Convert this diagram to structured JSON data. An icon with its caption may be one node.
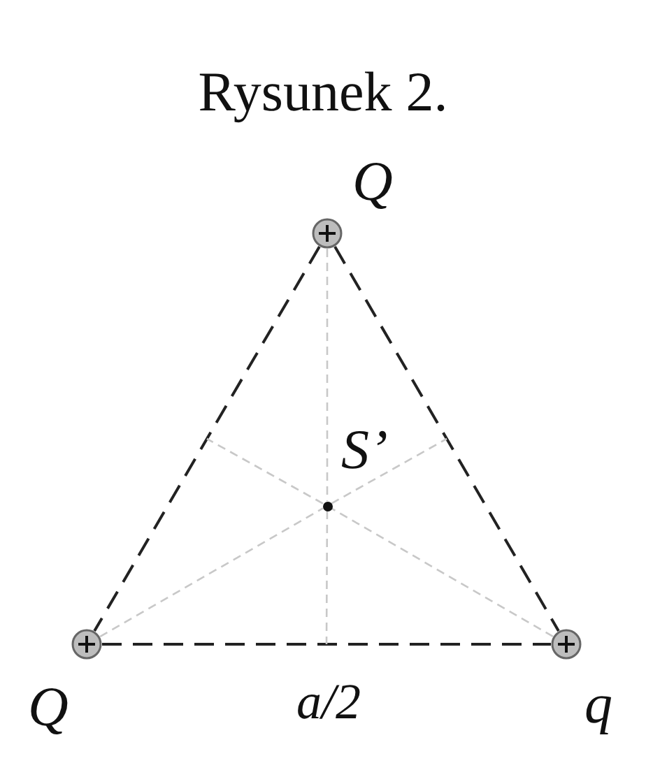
{
  "diagram": {
    "title": "Rysunek 2.",
    "nodes": [
      {
        "text": [],
        "shape": "circle",
        "beside": [
          "Q"
        ]
      },
      {
        "text": [],
        "shape": "circle",
        "beside": [
          "S’"
        ]
      },
      {
        "text": [],
        "shape": "circle",
        "beside": [
          "Q"
        ]
      },
      {
        "text": [],
        "shape": "circle",
        "beside": [
          "q"
        ]
      }
    ],
    "edges": [
      {
        "from": 0,
        "to": 2,
        "arrow": "none",
        "style": "dashed",
        "color": "#222222"
      },
      {
        "from": 0,
        "to": 3,
        "arrow": "none",
        "style": "dashed",
        "color": "#222222"
      },
      {
        "from": 2,
        "to": 3,
        "arrow": "none",
        "style": "dashed",
        "color": "#222222"
      },
      {
        "from": 0,
        "to": 1,
        "arrow": "none",
        "style": "dashed"
      },
      {
        "from": 2,
        "to": 1,
        "arrow": "none",
        "style": "dashed"
      },
      {
        "from": 3,
        "to": 1,
        "arrow": "none",
        "style": "dashed"
      },
      {
        "from": 1,
        "to": null,
        "arrow": "none",
        "style": "dashed"
      },
      {
        "from": 1,
        "to": null,
        "arrow": "none",
        "style": "dashed"
      },
      {
        "from": 1,
        "to": null,
        "arrow": "none",
        "style": "dashed"
      }
    ],
    "labels": [
      "a/2"
    ]
  }
}
